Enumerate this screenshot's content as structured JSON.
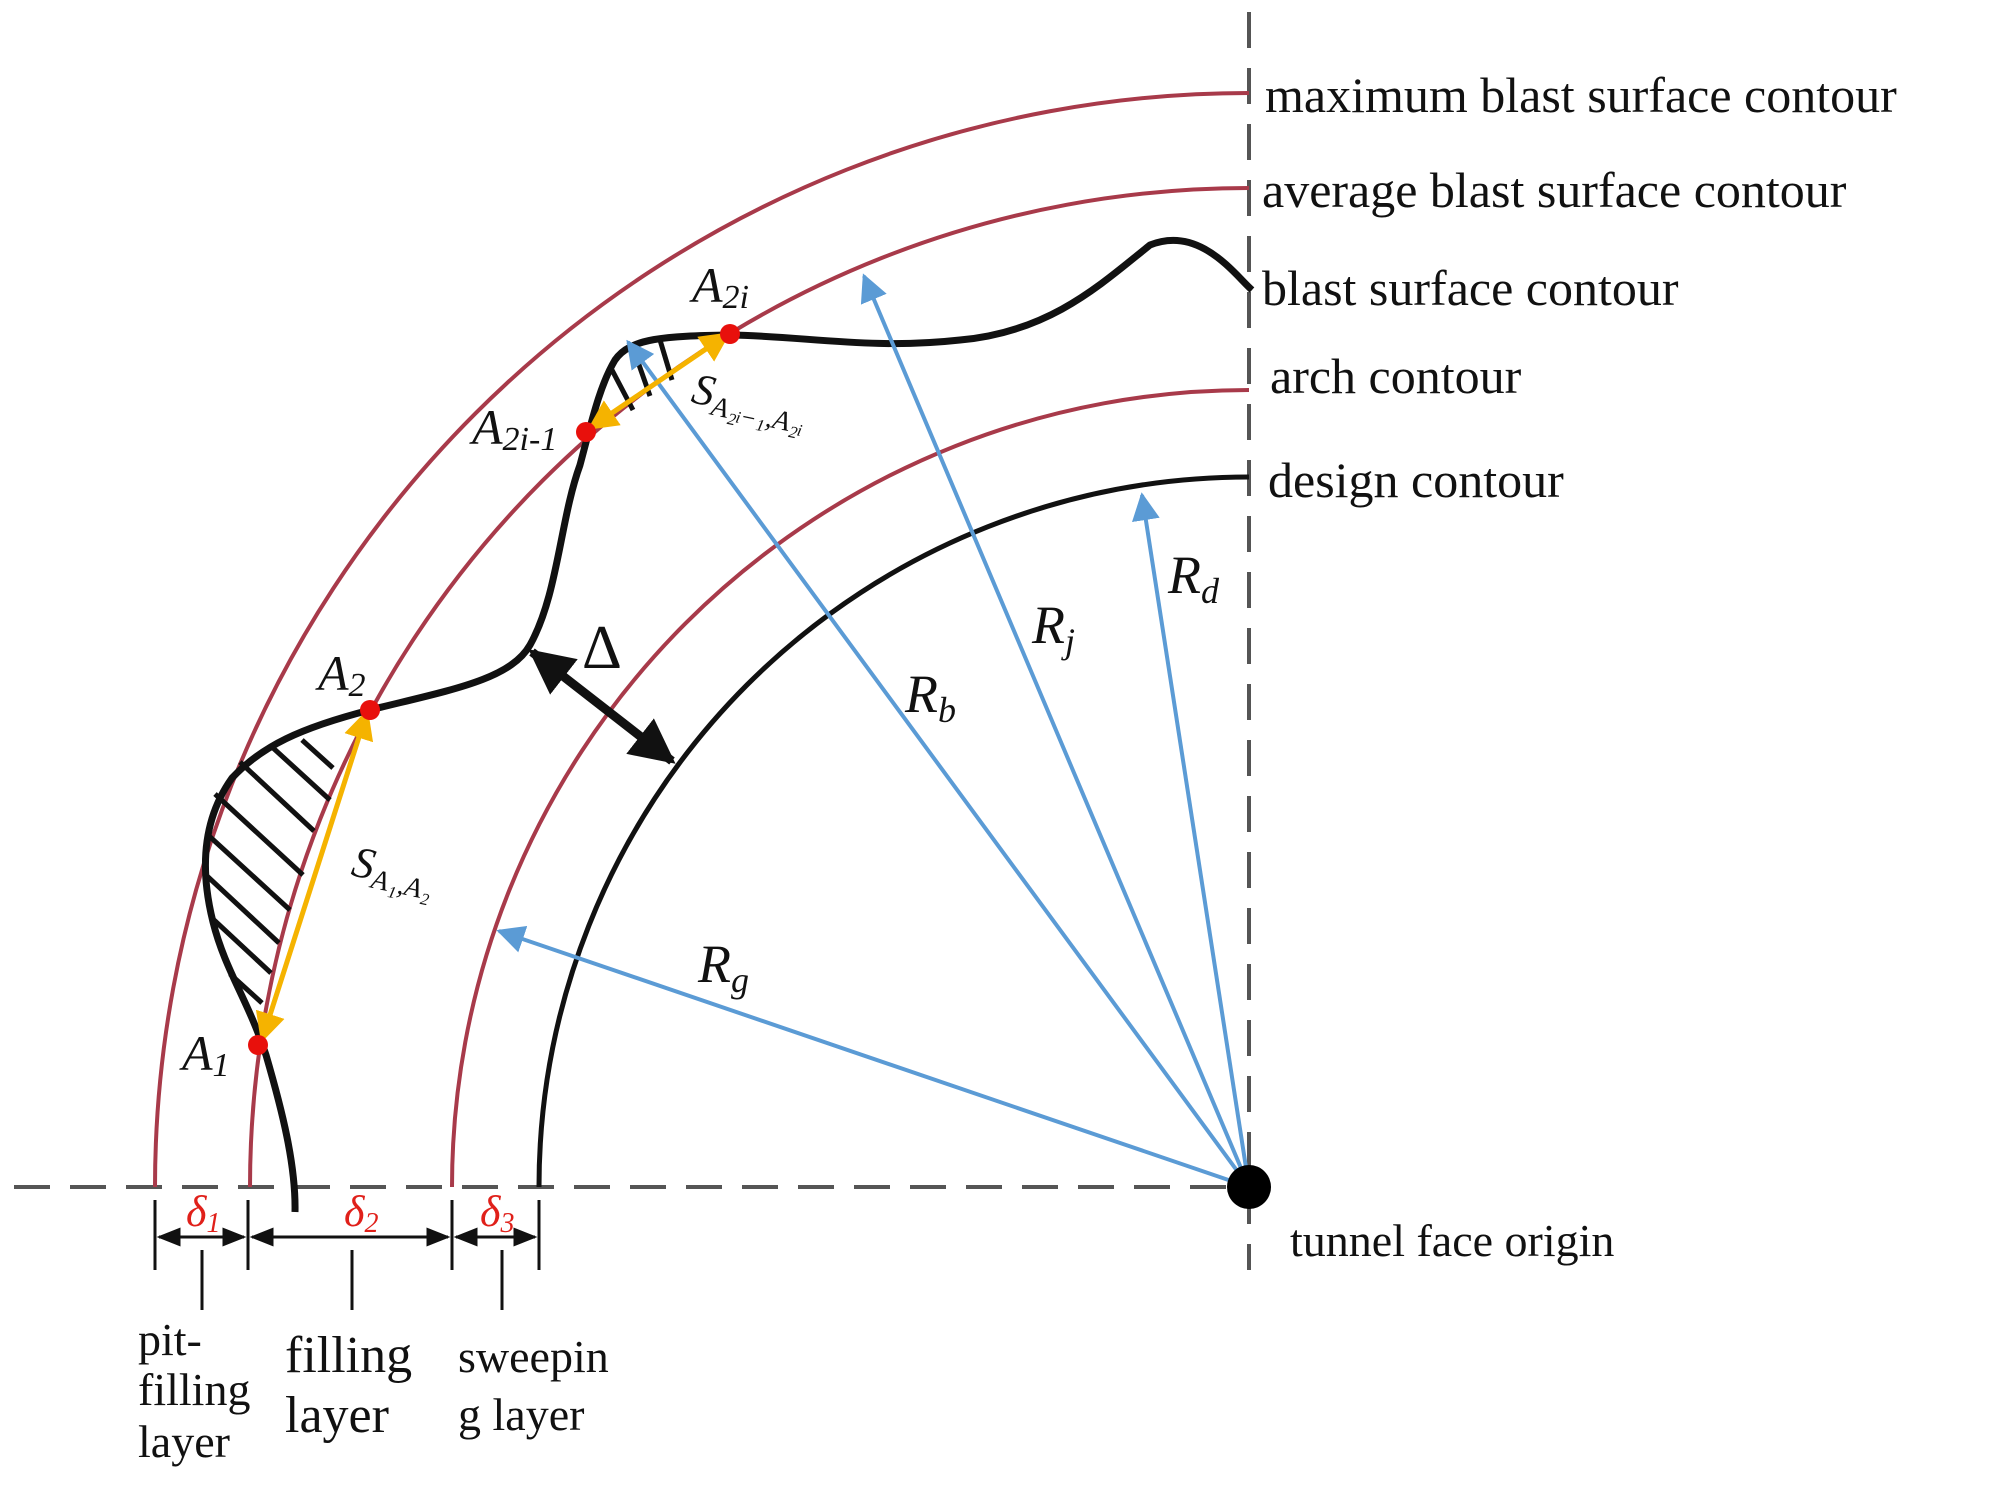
{
  "colors": {
    "contour_red": "#a83a4a",
    "design_black": "#111111",
    "radius_blue": "#5b9bd5",
    "chord_orange": "#f5b300",
    "point_red": "#e8100c",
    "delta_red": "#e0201a"
  },
  "contour_labels": {
    "maximum": "maximum blast surface contour",
    "average": "average blast surface contour",
    "blast": "blast surface contour",
    "arch": "arch contour",
    "design": "design contour"
  },
  "radius_labels": {
    "rb": {
      "base": "R",
      "sub": "b"
    },
    "rj": {
      "base": "R",
      "sub": "j"
    },
    "rd": {
      "base": "R",
      "sub": "d"
    },
    "rg": {
      "base": "R",
      "sub": "g"
    }
  },
  "point_labels": {
    "a1": {
      "base": "A",
      "sub": "1"
    },
    "a2": {
      "base": "A",
      "sub": "2"
    },
    "a2i1": {
      "base": "A",
      "sub": "2i-1"
    },
    "a2i": {
      "base": "A",
      "sub": "2i"
    }
  },
  "chord_labels": {
    "s1": {
      "base": "S",
      "sub": "A₁,A₂"
    },
    "s2": {
      "base": "S",
      "sub": "A₂ᵢ₋₁,A₂ᵢ"
    }
  },
  "overbreak_symbol": "Δ",
  "origin_label": "tunnel face origin",
  "deltas": {
    "d1": {
      "base": "δ",
      "sub": "1"
    },
    "d2": {
      "base": "δ",
      "sub": "2"
    },
    "d3": {
      "base": "δ",
      "sub": "3"
    }
  },
  "layer_labels": {
    "pit_filling": [
      "pit-",
      "filling",
      "layer"
    ],
    "filling": [
      "filling",
      "layer"
    ],
    "sweeping": [
      "sweepin",
      "g layer"
    ]
  }
}
